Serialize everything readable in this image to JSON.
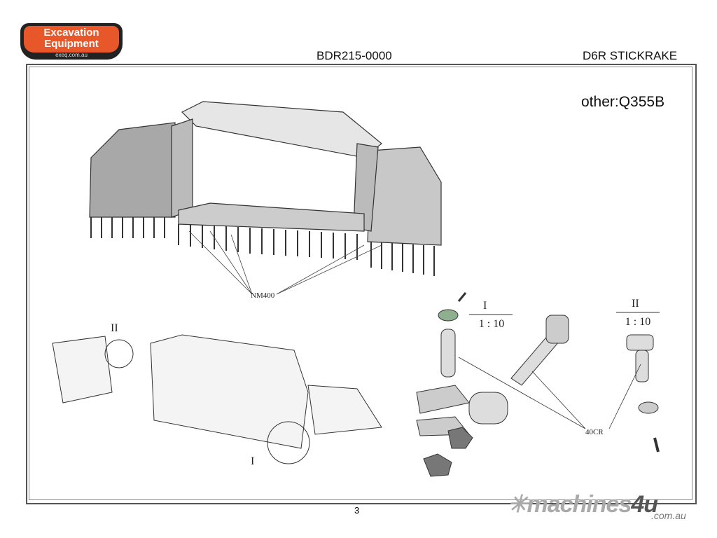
{
  "logo": {
    "line1": "Excavation",
    "line2": "Equipment",
    "url": "exeq.com.au"
  },
  "header": {
    "drawing_no": "BDR215-0000",
    "title": "D6R STICKRAKE"
  },
  "material_note": "other:Q355B",
  "labels": {
    "nm400": "NM400",
    "cr40": "40CR",
    "detail_i": "I",
    "detail_ii": "II"
  },
  "details": [
    {
      "id": "I",
      "scale": "1 : 10"
    },
    {
      "id": "II",
      "scale": "1 : 10"
    }
  ],
  "page_number": "3",
  "watermark": {
    "name": "machines",
    "four": "4u",
    "domain": ".com.au"
  }
}
